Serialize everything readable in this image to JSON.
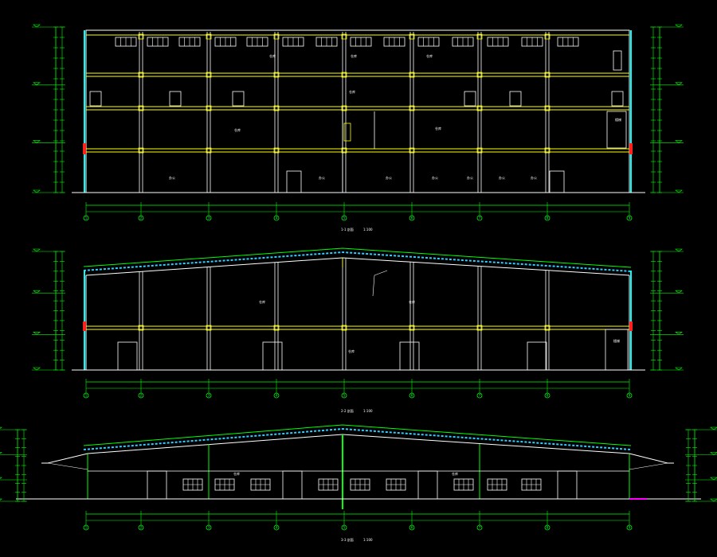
{
  "colors": {
    "background": "#000000",
    "dimension": "#00ff00",
    "column": "#00ffff",
    "beam": "#ffff00",
    "outline": "#ffffff",
    "accent_red": "#ff2020",
    "accent_magenta": "#ff00ff",
    "roof_cyan": "#33ccff"
  },
  "sections": [
    {
      "caption": "1-1 剖面",
      "scale": "1:100"
    },
    {
      "caption": "2-2 剖面",
      "scale": "1:100"
    },
    {
      "caption": "3-3 剖面",
      "scale": "1:100"
    }
  ],
  "axis_bubbles": [
    "1",
    "2",
    "3",
    "4",
    "5",
    "6",
    "7",
    "8",
    "9"
  ],
  "room_labels_section1": [
    "仓库",
    "仓库",
    "仓库",
    "仓库",
    "仓库",
    "仓库",
    "办公",
    "办公",
    "办公",
    "办公",
    "办公",
    "办公",
    "办公",
    "楼梯"
  ],
  "room_labels_section2": [
    "仓库",
    "仓库",
    "仓库",
    "楼梯"
  ],
  "room_labels_section3": [
    "仓库",
    "仓库"
  ]
}
